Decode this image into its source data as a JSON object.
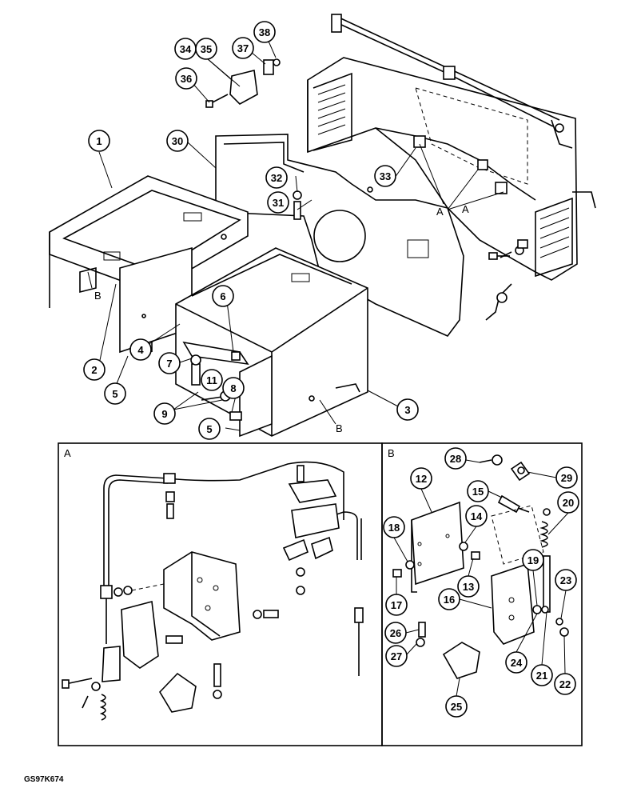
{
  "drawing_code": "GS97K674",
  "main_callouts": [
    {
      "label": "1"
    },
    {
      "label": "2"
    },
    {
      "label": "3"
    },
    {
      "label": "4"
    },
    {
      "label": "5"
    },
    {
      "label": "5"
    },
    {
      "label": "6"
    },
    {
      "label": "7"
    },
    {
      "label": "8"
    },
    {
      "label": "9"
    },
    {
      "label": "11"
    },
    {
      "label": "30"
    },
    {
      "label": "31"
    },
    {
      "label": "32"
    },
    {
      "label": "33"
    },
    {
      "label": "34"
    },
    {
      "label": "35"
    },
    {
      "label": "36"
    },
    {
      "label": "37"
    },
    {
      "label": "38"
    }
  ],
  "main_letters": [
    {
      "label": "A"
    },
    {
      "label": "A"
    },
    {
      "label": "B"
    },
    {
      "label": "B"
    }
  ],
  "panels": [
    {
      "label": "A"
    },
    {
      "label": "B"
    }
  ],
  "panel_b_callouts": [
    {
      "label": "12"
    },
    {
      "label": "13"
    },
    {
      "label": "14"
    },
    {
      "label": "15"
    },
    {
      "label": "16"
    },
    {
      "label": "17"
    },
    {
      "label": "18"
    },
    {
      "label": "19"
    },
    {
      "label": "20"
    },
    {
      "label": "21"
    },
    {
      "label": "22"
    },
    {
      "label": "23"
    },
    {
      "label": "24"
    },
    {
      "label": "25"
    },
    {
      "label": "26"
    },
    {
      "label": "27"
    },
    {
      "label": "28"
    },
    {
      "label": "29"
    }
  ]
}
